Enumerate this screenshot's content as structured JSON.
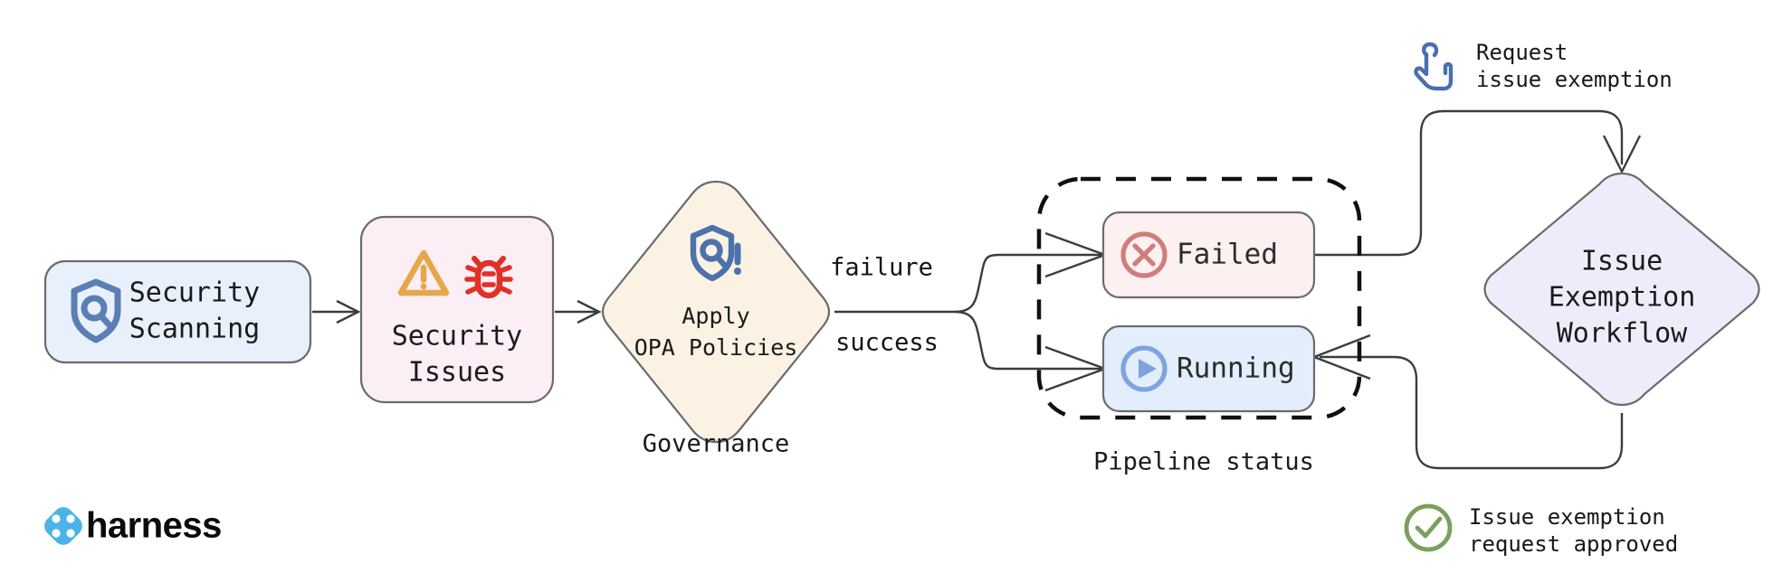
{
  "diagram": {
    "title": "Security scanning governance and issue exemption workflow",
    "background": "#ffffff"
  },
  "nodes": {
    "security_scanning": {
      "label_line1": "Security",
      "label_line2": "Scanning",
      "icon": "shield-search-icon",
      "fill": "#e8f1fb",
      "stroke": "#6b6b6b",
      "icon_color": "#5b7fb5"
    },
    "security_issues": {
      "label_line1": "Security",
      "label_line2": "Issues",
      "icon_warning": "warning-triangle-icon",
      "icon_bug": "bug-icon",
      "fill": "#fbeef5",
      "stroke": "#6b6b6b",
      "warning_color": "#e6a councils",
      "warning_hex": "#e4a84a",
      "bug_hex": "#e03127"
    },
    "apply_opa_policies": {
      "label_line1": "Apply",
      "label_line2": "OPA Policies",
      "icon": "shield-alert-icon",
      "fill": "#fcf2e4",
      "stroke": "#6b6b6b",
      "icon_color": "#4d72ab",
      "caption": "Governance"
    },
    "failed": {
      "label": "Failed",
      "icon": "circle-x-icon",
      "fill": "#fdf0f0",
      "stroke": "#4b4b4b",
      "icon_color": "#cf7d7d"
    },
    "running": {
      "label": "Running",
      "icon": "circle-play-icon",
      "fill": "#e2eefb",
      "stroke": "#4b4b4b",
      "icon_color": "#7fa3e0"
    },
    "pipeline_status_group": {
      "caption": "Pipeline status",
      "border_style": "dashed",
      "stroke": "#111111"
    },
    "issue_exemption_workflow": {
      "label_line1": "Issue",
      "label_line2": "Exemption",
      "label_line3": "Workflow",
      "fill": "#eeecfa",
      "stroke": "#5a5a5a"
    }
  },
  "edges": [
    {
      "from": "security_scanning",
      "to": "security_issues",
      "label": ""
    },
    {
      "from": "security_issues",
      "to": "apply_opa_policies",
      "label": ""
    },
    {
      "from": "apply_opa_policies",
      "to": "failed",
      "label": "failure"
    },
    {
      "from": "apply_opa_policies",
      "to": "running",
      "label": "success"
    },
    {
      "from": "failed",
      "to": "issue_exemption_workflow",
      "label": ""
    },
    {
      "from": "issue_exemption_workflow",
      "to": "running",
      "label": ""
    }
  ],
  "edge_labels": {
    "failure": "failure",
    "success": "success"
  },
  "annotations": {
    "request_exemption": {
      "line1": "Request",
      "line2": "issue exemption",
      "icon": "tap-hand-icon",
      "icon_color": "#4a6fad"
    },
    "request_approved": {
      "line1": "Issue exemption",
      "line2": "request approved",
      "icon": "check-circle-icon",
      "icon_color": "#79a05c"
    }
  },
  "brand": {
    "name": "harness",
    "logo": "harness-logo-icon",
    "logo_color": "#4cb3e8",
    "text_color": "#0b0b0b"
  }
}
